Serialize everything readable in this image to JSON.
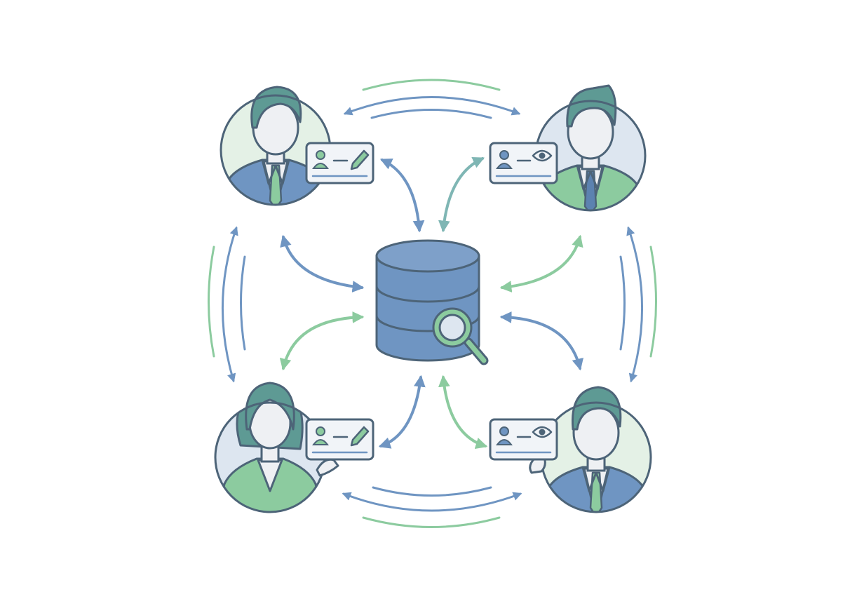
{
  "colors": {
    "outline": "#4d6478",
    "blue": "#6f95c2",
    "blue_dark": "#5c82b0",
    "green": "#8ccb9f",
    "green_light": "#e4f1e6",
    "blue_light": "#dde6f0",
    "teal_hair": "#5e9a94",
    "skin": "#eef0f3",
    "card_fill": "#f1f4f8"
  },
  "users": [
    {
      "id": "top-left",
      "gender": "male",
      "suit": "blue",
      "tie": "green",
      "card_icon": "pencil-icon",
      "permission": "edit"
    },
    {
      "id": "top-right",
      "gender": "male",
      "suit": "green",
      "tie": "blue",
      "card_icon": "eye-icon",
      "permission": "view"
    },
    {
      "id": "bottom-left",
      "gender": "female",
      "suit": "green",
      "tie": "",
      "card_icon": "pencil-icon",
      "permission": "edit"
    },
    {
      "id": "bottom-right",
      "gender": "male",
      "suit": "blue",
      "tie": "green",
      "card_icon": "eye-icon",
      "permission": "view"
    }
  ],
  "center": {
    "icon": "database-icon",
    "overlay_icon": "magnifier-icon"
  }
}
